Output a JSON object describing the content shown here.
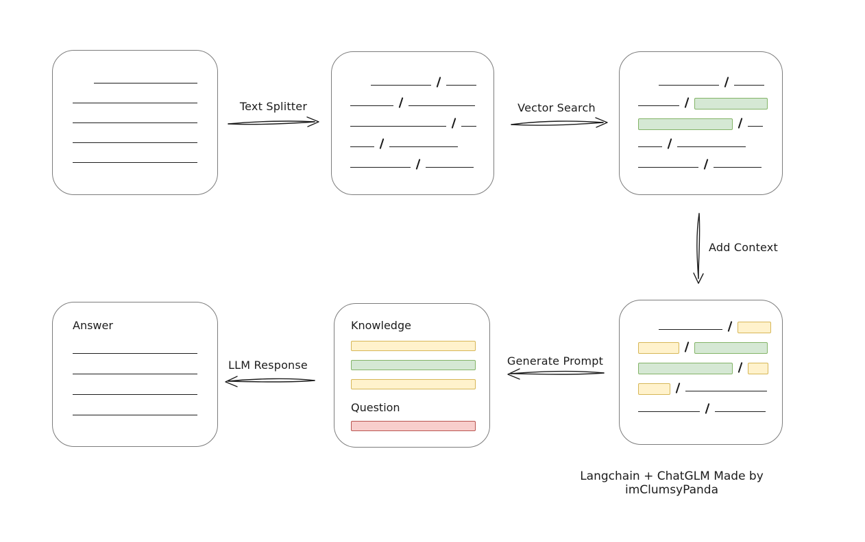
{
  "page": {
    "background": "#ffffff"
  },
  "colors": {
    "ink": "#1b1b1b",
    "box_border": "#7b7b7b",
    "green_fill": "#d5e8d4",
    "green_stroke": "#82b366",
    "yellow_fill": "#fff2cc",
    "yellow_stroke": "#d6b656",
    "red_fill": "#f8cecc",
    "red_stroke": "#b85450"
  },
  "labels": {
    "text_splitter": "Text Splitter",
    "vector_search": "Vector Search",
    "add_context": "Add Context",
    "generate_prompt": "Generate Prompt",
    "llm_response": "LLM Response",
    "credit": "Langchain + ChatGLM Made by imClumsyPanda"
  },
  "boxes": [
    {
      "id": "document",
      "description": "source document with plain text lines",
      "rows": [
        {
          "type": "segments",
          "indent": 31,
          "segs": [
            {
              "k": "line",
              "w": 151
            }
          ]
        },
        {
          "type": "segments",
          "segs": [
            {
              "k": "line",
              "w": 182
            }
          ]
        },
        {
          "type": "segments",
          "segs": [
            {
              "k": "line",
              "w": 182
            }
          ]
        },
        {
          "type": "segments",
          "segs": [
            {
              "k": "line",
              "w": 182
            }
          ]
        },
        {
          "type": "segments",
          "segs": [
            {
              "k": "line",
              "w": 182
            }
          ]
        }
      ]
    },
    {
      "id": "split",
      "description": "document split into chunks separated by slashes",
      "rows": [
        {
          "type": "segments",
          "indent": 30,
          "segs": [
            {
              "k": "line",
              "w": 88
            },
            {
              "k": "slash"
            },
            {
              "k": "line",
              "w": 44
            }
          ]
        },
        {
          "type": "segments",
          "segs": [
            {
              "k": "line",
              "w": 63
            },
            {
              "k": "slash"
            },
            {
              "k": "line",
              "w": 97
            }
          ]
        },
        {
          "type": "segments",
          "segs": [
            {
              "k": "line",
              "w": 140
            },
            {
              "k": "slash"
            },
            {
              "k": "line",
              "w": 22
            }
          ]
        },
        {
          "type": "segments",
          "segs": [
            {
              "k": "line",
              "w": 35
            },
            {
              "k": "slash"
            },
            {
              "k": "line",
              "w": 100
            }
          ]
        },
        {
          "type": "segments",
          "segs": [
            {
              "k": "line",
              "w": 88
            },
            {
              "k": "slash"
            },
            {
              "k": "line",
              "w": 70
            }
          ]
        }
      ]
    },
    {
      "id": "vector",
      "description": "chunks with vector-search matches highlighted green",
      "rows": [
        {
          "type": "segments",
          "indent": 30,
          "segs": [
            {
              "k": "line",
              "w": 88
            },
            {
              "k": "slash"
            },
            {
              "k": "line",
              "w": 44
            }
          ]
        },
        {
          "type": "segments",
          "segs": [
            {
              "k": "line",
              "w": 60
            },
            {
              "k": "slash"
            },
            {
              "k": "bar",
              "c": "green",
              "w": 107
            }
          ]
        },
        {
          "type": "segments",
          "segs": [
            {
              "k": "bar",
              "c": "green",
              "w": 138
            },
            {
              "k": "slash"
            },
            {
              "k": "line",
              "w": 22
            }
          ]
        },
        {
          "type": "segments",
          "segs": [
            {
              "k": "line",
              "w": 35
            },
            {
              "k": "slash"
            },
            {
              "k": "line",
              "w": 100
            }
          ]
        },
        {
          "type": "segments",
          "segs": [
            {
              "k": "line",
              "w": 88
            },
            {
              "k": "slash"
            },
            {
              "k": "line",
              "w": 70
            }
          ]
        }
      ]
    },
    {
      "id": "context",
      "description": "matched chunks with added context highlighted yellow",
      "rows": [
        {
          "type": "segments",
          "indent": 30,
          "segs": [
            {
              "k": "line",
              "w": 93
            },
            {
              "k": "slash"
            },
            {
              "k": "bar",
              "c": "yellow",
              "w": 49
            }
          ]
        },
        {
          "type": "segments",
          "segs": [
            {
              "k": "bar",
              "c": "yellow",
              "w": 60
            },
            {
              "k": "slash"
            },
            {
              "k": "bar",
              "c": "green",
              "w": 107
            }
          ]
        },
        {
          "type": "segments",
          "segs": [
            {
              "k": "bar",
              "c": "green",
              "w": 138
            },
            {
              "k": "slash"
            },
            {
              "k": "bar",
              "c": "yellow",
              "w": 30
            }
          ]
        },
        {
          "type": "segments",
          "segs": [
            {
              "k": "bar",
              "c": "yellow",
              "w": 47
            },
            {
              "k": "slash"
            },
            {
              "k": "line",
              "w": 119
            }
          ]
        },
        {
          "type": "segments",
          "segs": [
            {
              "k": "line",
              "w": 90
            },
            {
              "k": "slash"
            },
            {
              "k": "line",
              "w": 74
            }
          ]
        }
      ]
    },
    {
      "id": "prompt",
      "description": "prompt assembled from knowledge and question",
      "rows": [
        {
          "type": "label",
          "text": "Knowledge"
        },
        {
          "type": "bar",
          "color": "yellow",
          "w": 182,
          "mt": 12
        },
        {
          "type": "bar",
          "color": "green",
          "w": 182,
          "mt": 13
        },
        {
          "type": "bar",
          "color": "yellow",
          "w": 182,
          "mt": 13
        },
        {
          "type": "label",
          "text": "Question",
          "mt": 17
        },
        {
          "type": "bar",
          "color": "red",
          "w": 182,
          "mt": 9
        }
      ]
    },
    {
      "id": "answer",
      "description": "final answer text",
      "rows": [
        {
          "type": "label",
          "text": "Answer"
        },
        {
          "type": "segments",
          "mt": 4,
          "segs": [
            {
              "k": "line",
              "w": 182
            }
          ]
        },
        {
          "type": "segments",
          "segs": [
            {
              "k": "line",
              "w": 182
            }
          ]
        },
        {
          "type": "segments",
          "segs": [
            {
              "k": "line",
              "w": 182
            }
          ]
        },
        {
          "type": "segments",
          "segs": [
            {
              "k": "line",
              "w": 182
            }
          ]
        }
      ]
    }
  ]
}
